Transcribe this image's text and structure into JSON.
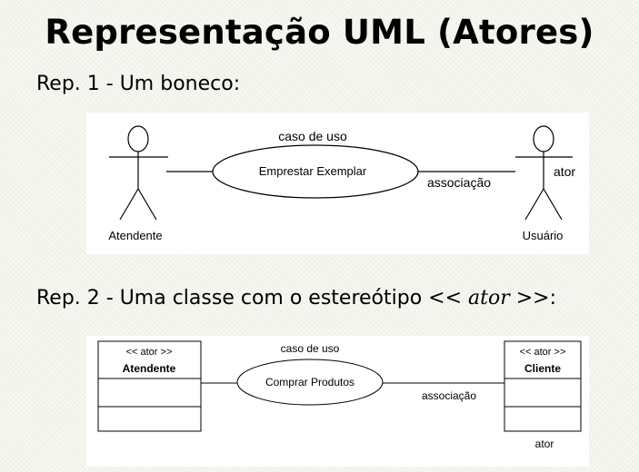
{
  "title": "Representação UML (Atores)",
  "rep1": {
    "heading": "Rep. 1 - Um boneco:",
    "use_case_label": "caso de uso",
    "use_case_name": "Emprestar Exemplar",
    "association_label": "associação",
    "actor_label": "ator",
    "actor_left": "Atendente",
    "actor_right": "Usuário"
  },
  "rep2": {
    "heading_prefix": "Rep. 2 - Uma classe com o estereótipo ",
    "heading_stereotype": "<< ator >>",
    "heading_suffix": ":",
    "use_case_label": "caso de uso",
    "use_case_name": "Comprar Produtos",
    "association_label": "associação",
    "actor_label": "ator",
    "class_left": {
      "stereotype": "<< ator >>",
      "name": "Atendente"
    },
    "class_right": {
      "stereotype": "<< ator >>",
      "name": "Cliente"
    }
  }
}
